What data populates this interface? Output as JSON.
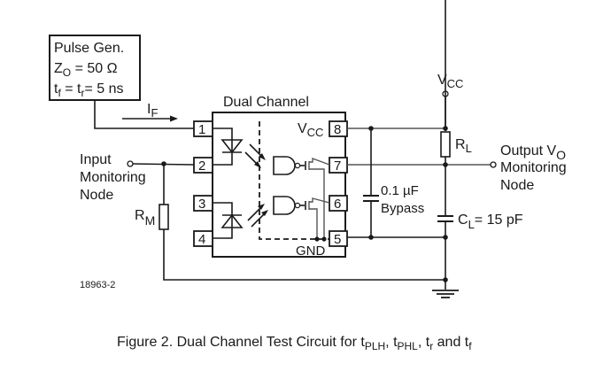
{
  "pulse_gen": {
    "title": "Pulse Gen.",
    "z_label": "Z",
    "z_sub": "O",
    "z_value": " = 50 Ω",
    "t_label1": "t",
    "t_sub1": "f",
    "t_eq": " = t",
    "t_sub2": "r",
    "t_value": "= 5 ns"
  },
  "current": {
    "label": "I",
    "sub": "F"
  },
  "ic": {
    "title": "Dual Channel",
    "vcc_label": "V",
    "vcc_sub": "CC",
    "gnd_label": "GND",
    "pins_left": [
      "1",
      "2",
      "3",
      "4"
    ],
    "pins_right": [
      "8",
      "7",
      "6",
      "5"
    ]
  },
  "input_node": {
    "lines": [
      "Input",
      "Monitoring",
      "Node"
    ]
  },
  "rm": {
    "label": "R",
    "sub": "M"
  },
  "supply": {
    "label": "V",
    "sub": "CC"
  },
  "rl": {
    "label": "R",
    "sub": "L"
  },
  "output_node": {
    "line1": "Output V",
    "sub": "O",
    "line2": "Monitoring",
    "line3": "Node"
  },
  "bypass": {
    "line1": "0.1 µF",
    "line2": "Bypass"
  },
  "cl": {
    "label": "C",
    "sub": "L",
    "value": "= 15 pF"
  },
  "figure_id": "18963-2",
  "caption": {
    "prefix": "Figure 2. Dual Channel Test Circuit for t",
    "s1": "PLH",
    "mid1": ", t",
    "s2": "PHL",
    "mid2": ", t",
    "s3": "r",
    "mid3": " and t",
    "s4": "f"
  }
}
